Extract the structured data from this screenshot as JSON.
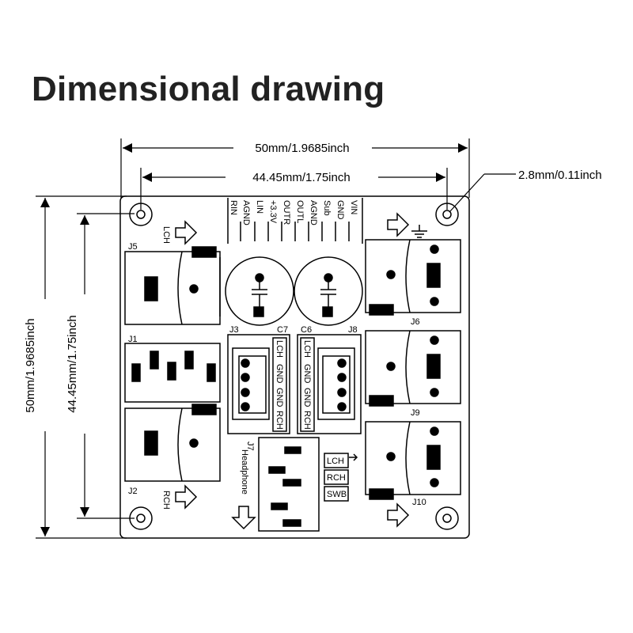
{
  "title": "Dimensional drawing",
  "dimensions": {
    "outer_width": "50mm/1.9685inch",
    "inner_width": "44.45mm/1.75inch",
    "outer_height": "50mm/1.9685inch",
    "inner_height": "44.45mm/1.75inch",
    "hole_diameter": "2.8mm/0.11inch"
  },
  "board": {
    "top_pins": [
      "RIN",
      "AGND",
      "LIN",
      "+3.3V",
      "OUTR",
      "OUTL",
      "AGND",
      "Sub",
      "GND",
      "VIN"
    ],
    "jacks": {
      "j5": "J5",
      "j1": "J1",
      "j2": "J2",
      "j3": "J3",
      "j8": "J8",
      "j6": "J6",
      "j9": "J9",
      "j10": "J10",
      "j7": "J7"
    },
    "caps": {
      "c7": "C7",
      "c6": "C6"
    },
    "arrows": {
      "lch_top": "LCH",
      "rch_bottom": "RCH"
    },
    "j3_pins": [
      "LCH",
      "GND",
      "GND",
      "RCH"
    ],
    "j8_pins": [
      "LCH",
      "GND",
      "GND",
      "RCH"
    ],
    "headphone": "Headphone",
    "switch_labels": [
      "LCH",
      "RCH",
      "SWB"
    ]
  }
}
